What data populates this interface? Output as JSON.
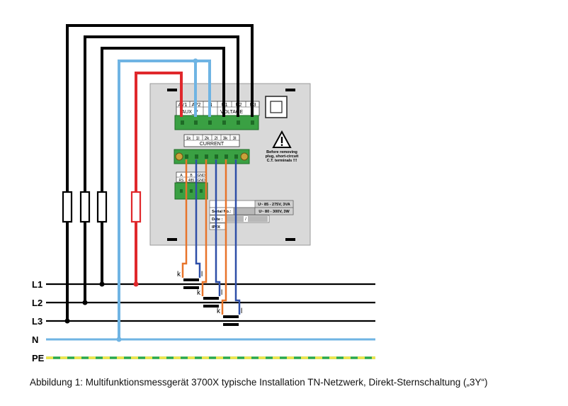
{
  "lines": [
    {
      "label": "L1"
    },
    {
      "label": "L2"
    },
    {
      "label": "L3"
    },
    {
      "label": "N"
    },
    {
      "label": "PE"
    }
  ],
  "device": {
    "voltage_terminals": [
      "AV1",
      "AV2",
      "N",
      "U1",
      "U2",
      "U3"
    ],
    "aux_label": "AUX_V",
    "voltage_label": "VOLTAGE",
    "current_terminals": [
      "1k",
      "1l",
      "2k",
      "2l",
      "3k",
      "3l"
    ],
    "current_label": "CURRENT",
    "io_terminals_top": [
      "A",
      "B",
      "GND"
    ],
    "io_terminals_bottom": [
      "RS",
      "485",
      "GND"
    ],
    "warning_text": [
      "Before removing",
      "plug, short-circuit",
      "C.T. terminals !!!"
    ],
    "spec_1": "U~ 85 - 275V, 3VA",
    "spec_2": "U~ 80 - 300V, 3W",
    "serial_label": "Serial No.:",
    "date_label": "Date :",
    "date_sep": "/",
    "ip_label": "IP2X"
  },
  "ct_labels": {
    "k": "k",
    "l": "l"
  },
  "caption": "Abbildung 1: Multifunktionsmessgerät 3700X typische Installation TN-Netzwerk, Direkt-Sternschaltung („3Y“)",
  "colors": {
    "black": "#000000",
    "blue": "#6fb4e3",
    "red": "#e0282c",
    "orange": "#e8742a",
    "navy": "#2e4fa8",
    "pe_green": "#2aa84a",
    "pe_yellow": "#f2e64a",
    "device_gray": "#d9d9d9",
    "terminal_green": "#3aa043"
  }
}
